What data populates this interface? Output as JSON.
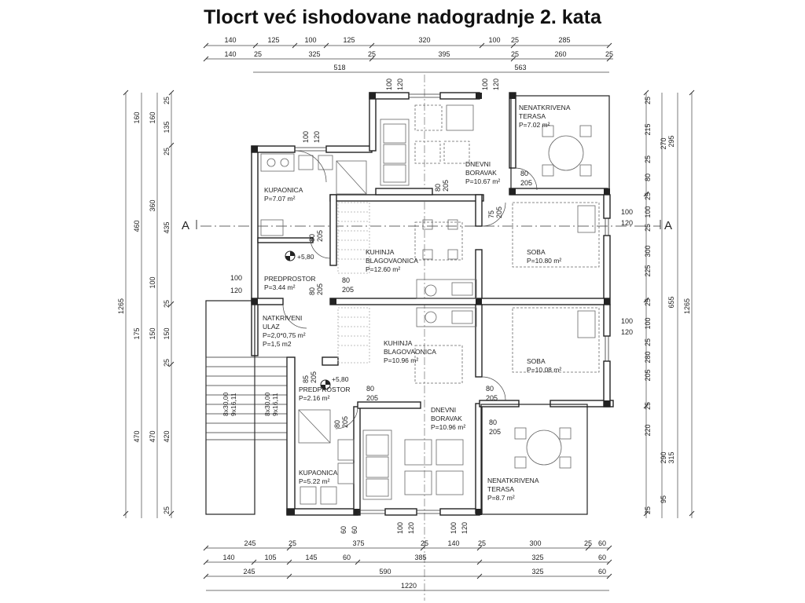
{
  "title": "Tlocrt već ishodovane nadogradnje 2. kata",
  "section_marker": "A",
  "rooms": [
    {
      "id": "r1",
      "lines": [
        "NENATKRIVENA",
        "TERASA",
        "P=7.02 m²"
      ]
    },
    {
      "id": "r2",
      "lines": [
        "DNEVNI",
        "BORAVAK",
        "P=10.67 m²"
      ]
    },
    {
      "id": "r3",
      "lines": [
        "KUPAONICA",
        "P=7.07 m²"
      ]
    },
    {
      "id": "r4",
      "lines": [
        "KUHINJA",
        "BLAGOVAONICA",
        "P=12.60 m²"
      ]
    },
    {
      "id": "r5",
      "lines": [
        "SOBA",
        "P=10.80 m²"
      ]
    },
    {
      "id": "r6",
      "lines": [
        "PREDPROSTOR",
        "P=3.44 m²"
      ]
    },
    {
      "id": "r7",
      "lines": [
        "NATKRIVENI",
        "ULAZ",
        "P=2,0*0,75 m²",
        "P=1,5 m2"
      ]
    },
    {
      "id": "r8",
      "lines": [
        "KUHINJA",
        "BLAGOVAONICA",
        "P=10.96 m²"
      ]
    },
    {
      "id": "r9",
      "lines": [
        "SOBA",
        "P=10.08 m²"
      ]
    },
    {
      "id": "r10",
      "lines": [
        "PREDPROSTOR",
        "P=2.16 m²"
      ]
    },
    {
      "id": "r11",
      "lines": [
        "DNEVNI",
        "BORAVAK",
        "P=10.96 m²"
      ]
    },
    {
      "id": "r12",
      "lines": [
        "KUPAONICA",
        "P=5.22 m²"
      ]
    },
    {
      "id": "r13",
      "lines": [
        "NENATKRIVENA",
        "TERASA",
        "P=8.7 m²"
      ]
    }
  ],
  "levels": [
    "+5,80",
    "+5,80"
  ],
  "stairs": [
    "8x30,00",
    "9x16,11",
    "8x30,00",
    "9x16,11"
  ],
  "openings": [
    "100",
    "120",
    "100",
    "120",
    "100",
    "120",
    "100",
    "120",
    "100",
    "120",
    "100",
    "120",
    "100",
    "120",
    "80",
    "205",
    "80",
    "205",
    "75",
    "205",
    "80",
    "205",
    "80",
    "205",
    "80",
    "205",
    "85",
    "205",
    "80",
    "205",
    "80",
    "205",
    "80",
    "205",
    "60",
    "60",
    "100",
    "120",
    "100",
    "120"
  ],
  "dims_top_1": [
    "140",
    "125",
    "100",
    "125",
    "320",
    "100",
    "25",
    "285"
  ],
  "dims_top_2": [
    "140",
    "25",
    "325",
    "25",
    "395",
    "25",
    "260",
    "25"
  ],
  "dims_top_3": [
    "518",
    "563"
  ],
  "dims_bottom_1": [
    "245",
    "25",
    "25",
    "375",
    "25",
    "140",
    "25",
    "300",
    "25",
    "60"
  ],
  "dims_bottom_2": [
    "140",
    "105",
    "145",
    "60",
    "385",
    "325",
    "60"
  ],
  "dims_bottom_3": [
    "245",
    "590",
    "325",
    "60"
  ],
  "dims_bottom_4": [
    "1220"
  ],
  "dims_left_1": [
    "25",
    "135",
    "25",
    "435",
    "25",
    "150",
    "25",
    "420",
    "25"
  ],
  "dims_left_2": [
    "160",
    "160",
    "360",
    "100",
    "150",
    "470"
  ],
  "dims_left_3": [
    "460",
    "175",
    "470"
  ],
  "dims_left_4": [
    "1265"
  ],
  "dims_right_1": [
    "25",
    "215",
    "25",
    "80",
    "25",
    "100",
    "25",
    "300",
    "225",
    "25",
    "100",
    "25",
    "280",
    "205",
    "25",
    "220",
    "290",
    "95",
    "25"
  ],
  "dims_right_2": [
    "270",
    "655",
    "315"
  ],
  "dims_right_3": [
    "295"
  ],
  "dims_right_4": [
    "1265"
  ]
}
